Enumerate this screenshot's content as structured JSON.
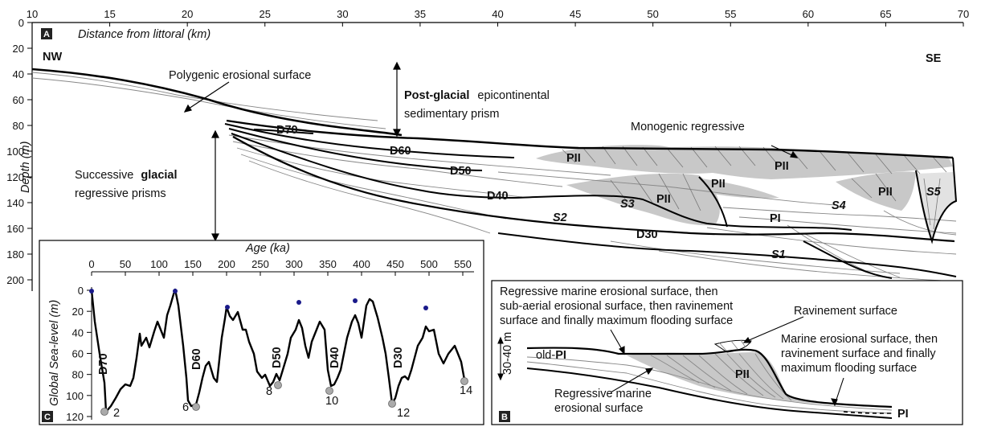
{
  "panel_a": {
    "letter": "A",
    "x_label": "Distance from littoral (km)",
    "y_label": "Depth (m)",
    "x_ticks": [
      "10",
      "15",
      "20",
      "25",
      "30",
      "35",
      "40",
      "45",
      "50",
      "55",
      "60",
      "65",
      "70"
    ],
    "y_ticks": [
      "0",
      "20",
      "40",
      "60",
      "80",
      "100",
      "120",
      "140",
      "160",
      "180",
      "200"
    ],
    "nw": "NW",
    "se": "SE",
    "polygenic": "Polygenic erosional surface",
    "post_glacial_bold": "Post-glacial",
    "post_glacial_rest": "epicontinental",
    "sedimentary_prism": "sedimentary prism",
    "monogenic": "Monogenic regressive",
    "successive": "Successive",
    "glacial_bold": "glacial",
    "regressive_prisms": "regressive prisms",
    "discontinuities": [
      "D70",
      "D60",
      "D50",
      "D40",
      "D30"
    ],
    "sequences": [
      "S1",
      "S2",
      "S3",
      "S4",
      "S5"
    ],
    "pii": "PII",
    "pi": "PI"
  },
  "panel_b": {
    "letter": "B",
    "text1": "Regressive marine erosional surface, then",
    "text2": "sub-aerial erosional surface, then ravinement",
    "text3": "surface and finally maximum flooding surface",
    "ravinement": "Ravinement surface",
    "marine1": "Marine erosional surface, then",
    "marine2": "ravinement surface and finally",
    "marine3": "maximum flooding surface",
    "old_pi_prefix": "old-",
    "old_pi_bold": "PI",
    "pii": "PII",
    "pi": "PI",
    "scale": "30-40 m",
    "reg1": "Regressive marine",
    "reg2": "erosional surface"
  },
  "panel_c": {
    "letter": "C",
    "x_label": "Age (ka)",
    "y_label": "Global Sea-level (m)",
    "x_ticks": [
      "0",
      "50",
      "100",
      "150",
      "200",
      "250",
      "300",
      "350",
      "400",
      "450",
      "500",
      "550"
    ],
    "y_ticks": [
      "0",
      "20",
      "40",
      "60",
      "80",
      "100",
      "120"
    ],
    "d_labels": [
      "D70",
      "D60",
      "D50",
      "D40",
      "D30"
    ],
    "stages": [
      "2",
      "6",
      "8",
      "10",
      "12",
      "14"
    ]
  }
}
